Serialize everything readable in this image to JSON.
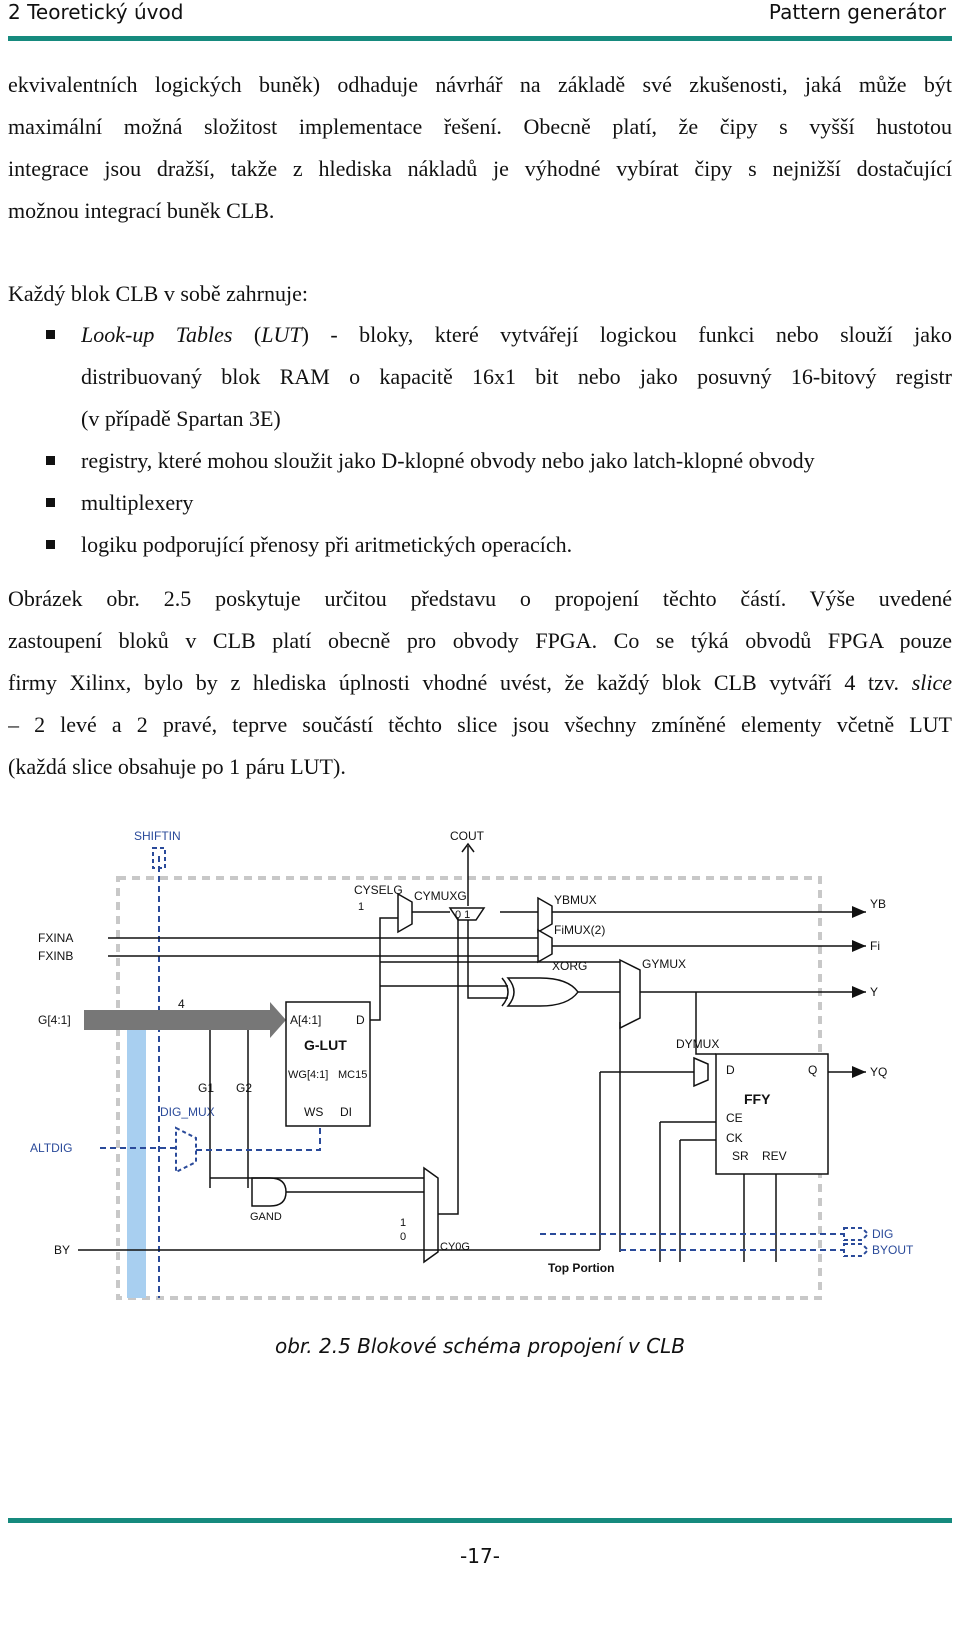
{
  "header": {
    "left": "2 Teoretický úvod",
    "right": "Pattern generátor"
  },
  "intro_lines": [
    "ekvivalentních logických buněk) odhaduje návrhář na základě své zkušenosti, jaká může být",
    "maximální možná složitost implementace řešení. Obecně platí, že čipy s vyšší hustotou",
    "integrace jsou dražší, takže z hlediska nákladů je výhodné vybírat čipy s nejnižší dostačující",
    "možnou integrací buněk CLB."
  ],
  "clb_intro": "Každý blok CLB v sobě zahrnuje:",
  "bullets": {
    "b1_lut_italic": "Look-up Tables",
    "b1_lut_abbr": "LUT",
    "b1_line1_rest": ") - bloky, které vytvářejí logickou funkci nebo slouží jako",
    "b1_line2": "distribuovaný blok  RAM o kapacitě 16x1 bit nebo jako posuvný 16-bitový registr",
    "b1_line3": "(v případě Spartan 3E)",
    "b2": "registry, které mohou sloužit jako D-klopné obvody nebo jako latch-klopné obvody",
    "b3": "multiplexery",
    "b4": "logiku podporující přenosy při aritmetických operacích."
  },
  "para2": {
    "l1": "Obrázek obr. 2.5 poskytuje určitou představu o propojení těchto částí. Výše uvedené",
    "l2": "zastoupení bloků v CLB platí obecně pro obvody FPGA. Co se týká obvodů FPGA pouze",
    "l3_main": "firmy Xilinx, bylo by z hlediska úplnosti vhodné uvést, že každý blok CLB vytváří 4 tzv.",
    "l3_italic": "slice",
    "l4": "– 2 levé a 2 pravé,   teprve součástí těchto slice jsou všechny zmíněné elementy včetně LUT",
    "l5": "(každá slice obsahuje po 1 páru LUT)."
  },
  "diagram": {
    "labels": {
      "shiftin": "SHIFTIN",
      "cout": "COUT",
      "cyselg": "CYSELG",
      "cymuxg": "CYMUXG",
      "ybmux": "YBMUX",
      "fimux": "FiMUX(2)",
      "xorg": "XORG",
      "gymux": "GYMUX",
      "fxina": "FXINA",
      "fxinb": "FXINB",
      "g41": "G[4:1]",
      "four": "4",
      "a41": "A[4:1]",
      "d": "D",
      "glut": "G-LUT",
      "wg41": "WG[4:1]",
      "mc15": "MC15",
      "ws": "WS",
      "di": "DI",
      "g1": "G1",
      "g2": "G2",
      "dig_mux": "DIG_MUX",
      "altdig": "ALTDIG",
      "gand": "GAND",
      "by": "BY",
      "one": "1",
      "zero": "0",
      "cy0g": "CY0G",
      "dymux": "DYMUX",
      "ffy_d": "D",
      "ffy_q": "Q",
      "ffy": "FFY",
      "ce": "CE",
      "ck": "CK",
      "sr": "SR",
      "rev": "REV",
      "top_portion": "Top Portion",
      "yb": "YB",
      "fi": "Fi",
      "y": "Y",
      "yq": "YQ",
      "dig": "DIG",
      "byout": "BYOUT",
      "mux01": "0 1",
      "cysel1": "1"
    }
  },
  "caption": "obr. 2.5 Blokové schéma propojení v CLB",
  "page_number": "-17-",
  "colors": {
    "accent": "#168a7e",
    "signal_blue": "#2a4a9a",
    "highlight": "#a8cff0",
    "box_dash": "#c8c8c8"
  }
}
